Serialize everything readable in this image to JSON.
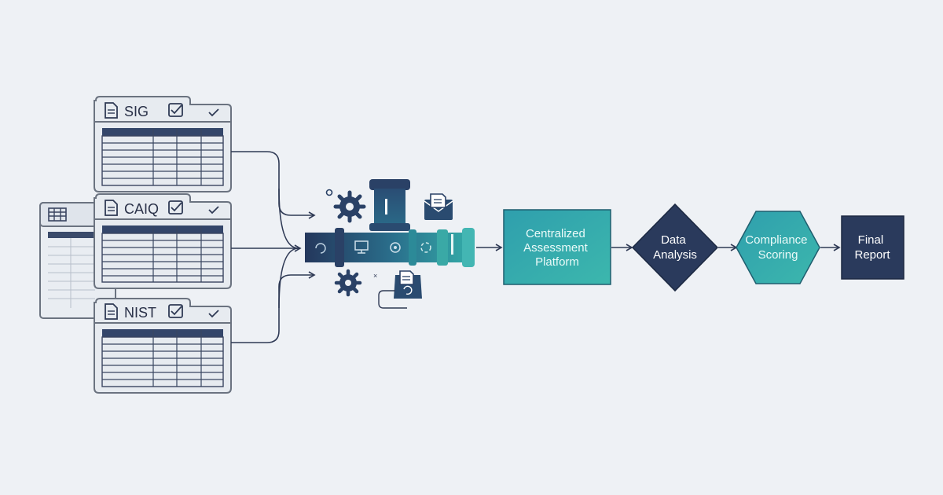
{
  "sources": [
    {
      "id": "sig",
      "title": "SIG"
    },
    {
      "id": "caiq",
      "title": "CAIQ"
    },
    {
      "id": "nist",
      "title": "NIST"
    }
  ],
  "stages": [
    {
      "id": "platform",
      "shape": "rectangle",
      "lines": [
        "Centralized",
        "Assessment",
        "Platform"
      ]
    },
    {
      "id": "analysis",
      "shape": "diamond",
      "lines": [
        "Data",
        "Analysis"
      ]
    },
    {
      "id": "scoring",
      "shape": "hexagon",
      "lines": [
        "Compliance",
        "Scoring"
      ]
    },
    {
      "id": "report",
      "shape": "rectangle",
      "lines": [
        "Final",
        "Report"
      ]
    }
  ],
  "pipeline_icons": [
    "gear-icon",
    "monitor-icon",
    "gear-icon",
    "refresh-icon",
    "envelope-icon",
    "inbox-sync-icon"
  ],
  "colors": {
    "background": "#eef1f5",
    "outline": "#6b7380",
    "navy": "#2a3a5c",
    "teal": "#2aa3a6",
    "teal_light": "#43b6b3",
    "text_dark": "#2a3148",
    "text_light": "#ffffff"
  }
}
